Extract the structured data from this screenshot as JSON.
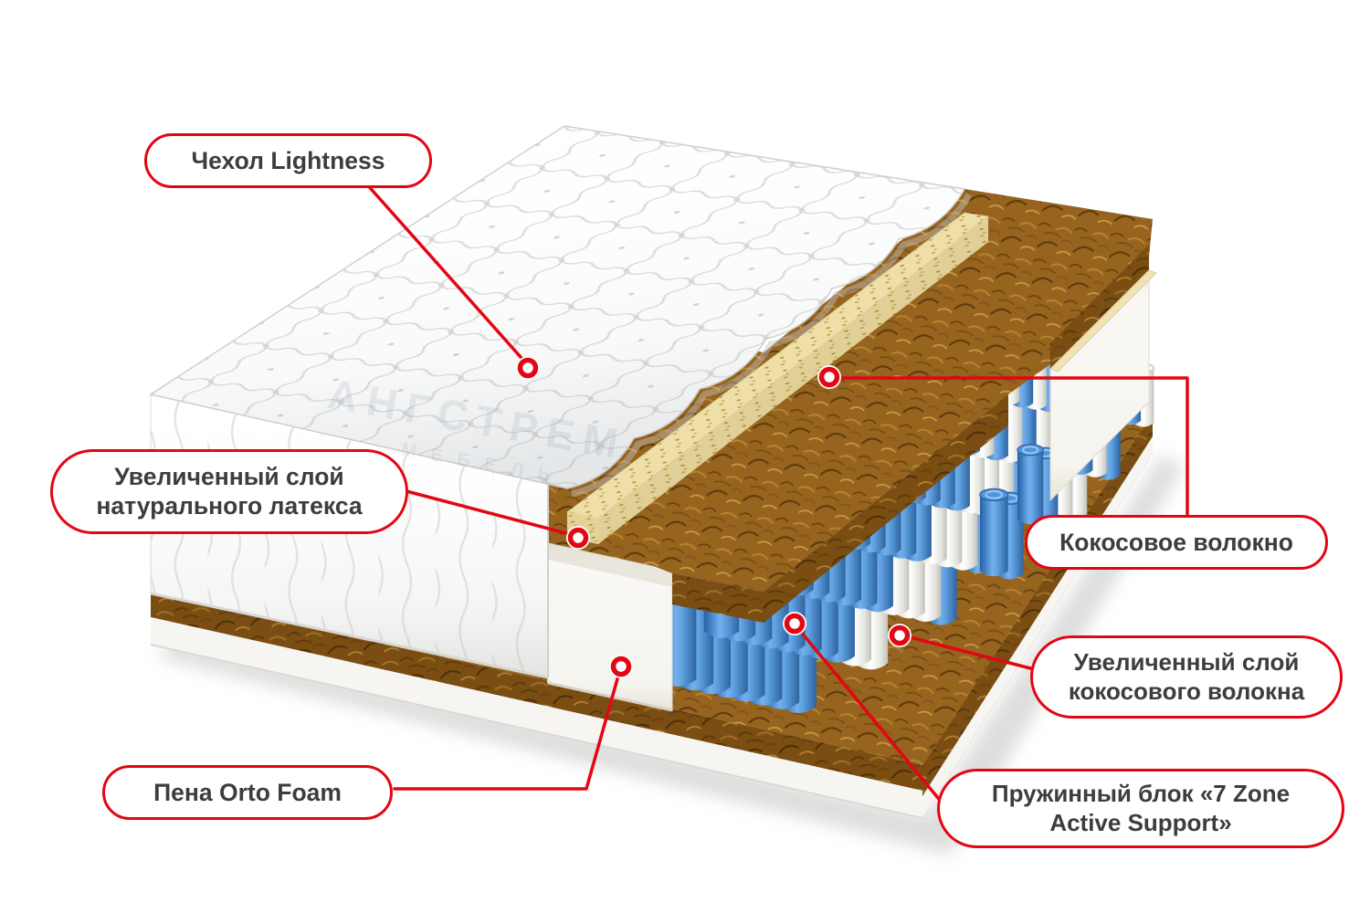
{
  "illustration": {
    "name": "mattress-cutaway-diagram",
    "watermark": "АНГСТРЕМ",
    "watermark2": "МЕБЕЛЬ"
  },
  "callouts": [
    {
      "id": "cover",
      "label": "Чехол Lightness"
    },
    {
      "id": "latex",
      "label": "Увеличенный слой натурального латекса"
    },
    {
      "id": "coconut",
      "label": "Кокосовое волокно"
    },
    {
      "id": "coconut_thick",
      "label": "Увеличенный слой кокосового волокна"
    },
    {
      "id": "foam",
      "label": "Пена Orto Foam"
    },
    {
      "id": "springs",
      "label": "Пружинный блок «7 Zone Active Support»"
    }
  ],
  "colors": {
    "accent": "#e30613",
    "label_text": "#3d3d3c",
    "spring_blue": "#4a90d9",
    "coir_brown": "#8a5c1d",
    "latex_cream": "#eedfa8"
  }
}
